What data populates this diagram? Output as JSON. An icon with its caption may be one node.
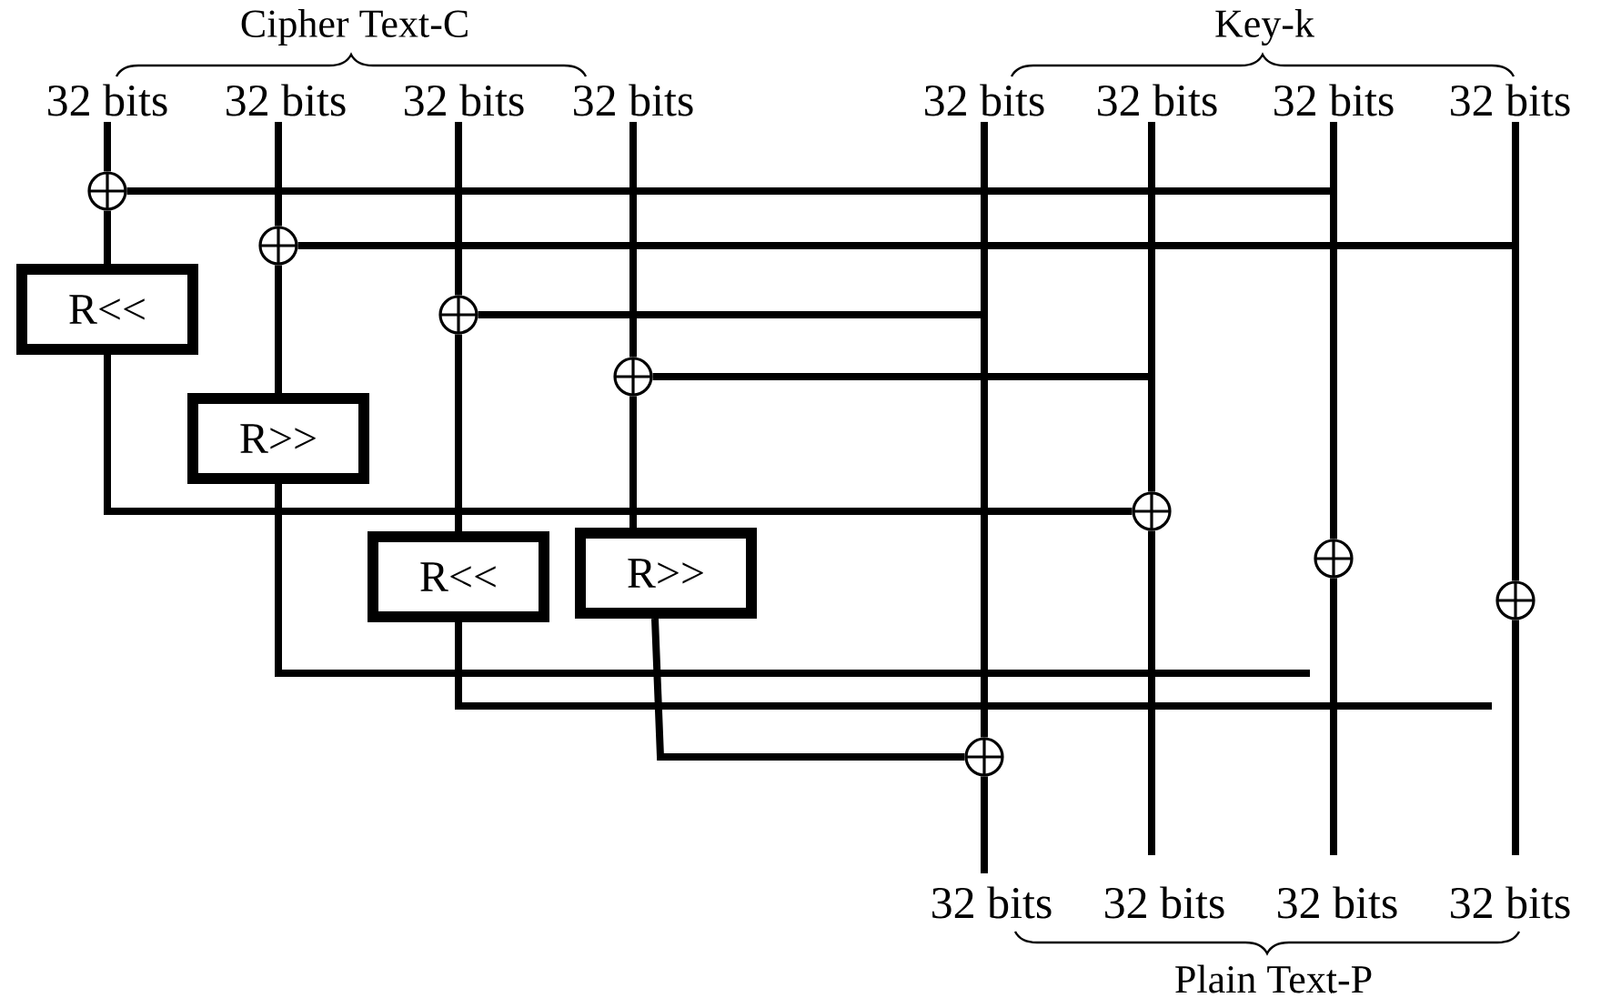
{
  "diagram": {
    "nodes": [
      {
        "text": [
          "32 bits"
        ]
      },
      {
        "text": [
          "32 bits"
        ]
      },
      {
        "text": [
          "32 bits"
        ]
      },
      {
        "text": [
          "32 bits"
        ]
      },
      {
        "text": [
          "32 bits"
        ]
      },
      {
        "text": [
          "32 bits"
        ]
      },
      {
        "text": [
          "32 bits"
        ]
      },
      {
        "text": [
          "32 bits"
        ]
      },
      {
        "text": [],
        "shape": "circle"
      },
      {
        "text": [],
        "shape": "circle"
      },
      {
        "text": [],
        "shape": "circle"
      },
      {
        "text": [],
        "shape": "circle"
      },
      {
        "text": [
          "R<<"
        ]
      },
      {
        "text": [
          "R>>"
        ]
      },
      {
        "text": [
          "R<<"
        ]
      },
      {
        "text": [
          "R>>"
        ]
      },
      {
        "text": [],
        "shape": "circle"
      },
      {
        "text": [],
        "shape": "circle"
      },
      {
        "text": [],
        "shape": "circle"
      },
      {
        "text": [],
        "shape": "circle"
      },
      {
        "text": [
          "32 bits"
        ]
      },
      {
        "text": [
          "32 bits"
        ]
      },
      {
        "text": [
          "32 bits"
        ]
      },
      {
        "text": [
          "32 bits"
        ]
      }
    ],
    "edges": [
      {
        "from": 0,
        "to": 8,
        "arrow": "none"
      },
      {
        "from": 1,
        "to": 9,
        "arrow": "none"
      },
      {
        "from": 2,
        "to": 10,
        "arrow": "none"
      },
      {
        "from": 3,
        "to": 11,
        "arrow": "none"
      },
      {
        "from": 6,
        "to": 8,
        "arrow": "none"
      },
      {
        "from": 7,
        "to": 9,
        "arrow": "none"
      },
      {
        "from": 4,
        "to": 10,
        "arrow": "none"
      },
      {
        "from": 5,
        "to": 11,
        "arrow": "none"
      },
      {
        "from": 8,
        "to": 12,
        "arrow": "none"
      },
      {
        "from": 9,
        "to": 13,
        "arrow": "none"
      },
      {
        "from": 10,
        "to": 14,
        "arrow": "none"
      },
      {
        "from": 11,
        "to": 15,
        "arrow": "none"
      },
      {
        "from": 12,
        "to": 16,
        "arrow": "none"
      },
      {
        "from": 13,
        "to": null,
        "arrow": "none"
      },
      {
        "from": 14,
        "to": null,
        "arrow": "none"
      },
      {
        "from": 15,
        "to": 19,
        "arrow": "none"
      },
      {
        "from": 4,
        "to": 19,
        "arrow": "none"
      },
      {
        "from": 5,
        "to": 16,
        "arrow": "none"
      },
      {
        "from": 6,
        "to": 17,
        "arrow": "none"
      },
      {
        "from": 7,
        "to": 18,
        "arrow": "none"
      },
      {
        "from": 19,
        "to": 20,
        "arrow": "none"
      },
      {
        "from": 16,
        "to": 21,
        "arrow": "none"
      },
      {
        "from": 17,
        "to": 22,
        "arrow": "none"
      },
      {
        "from": 18,
        "to": 23,
        "arrow": "none"
      }
    ],
    "labels": [
      "Cipher Text-C",
      "Key-k",
      "Plain Text-P"
    ]
  }
}
